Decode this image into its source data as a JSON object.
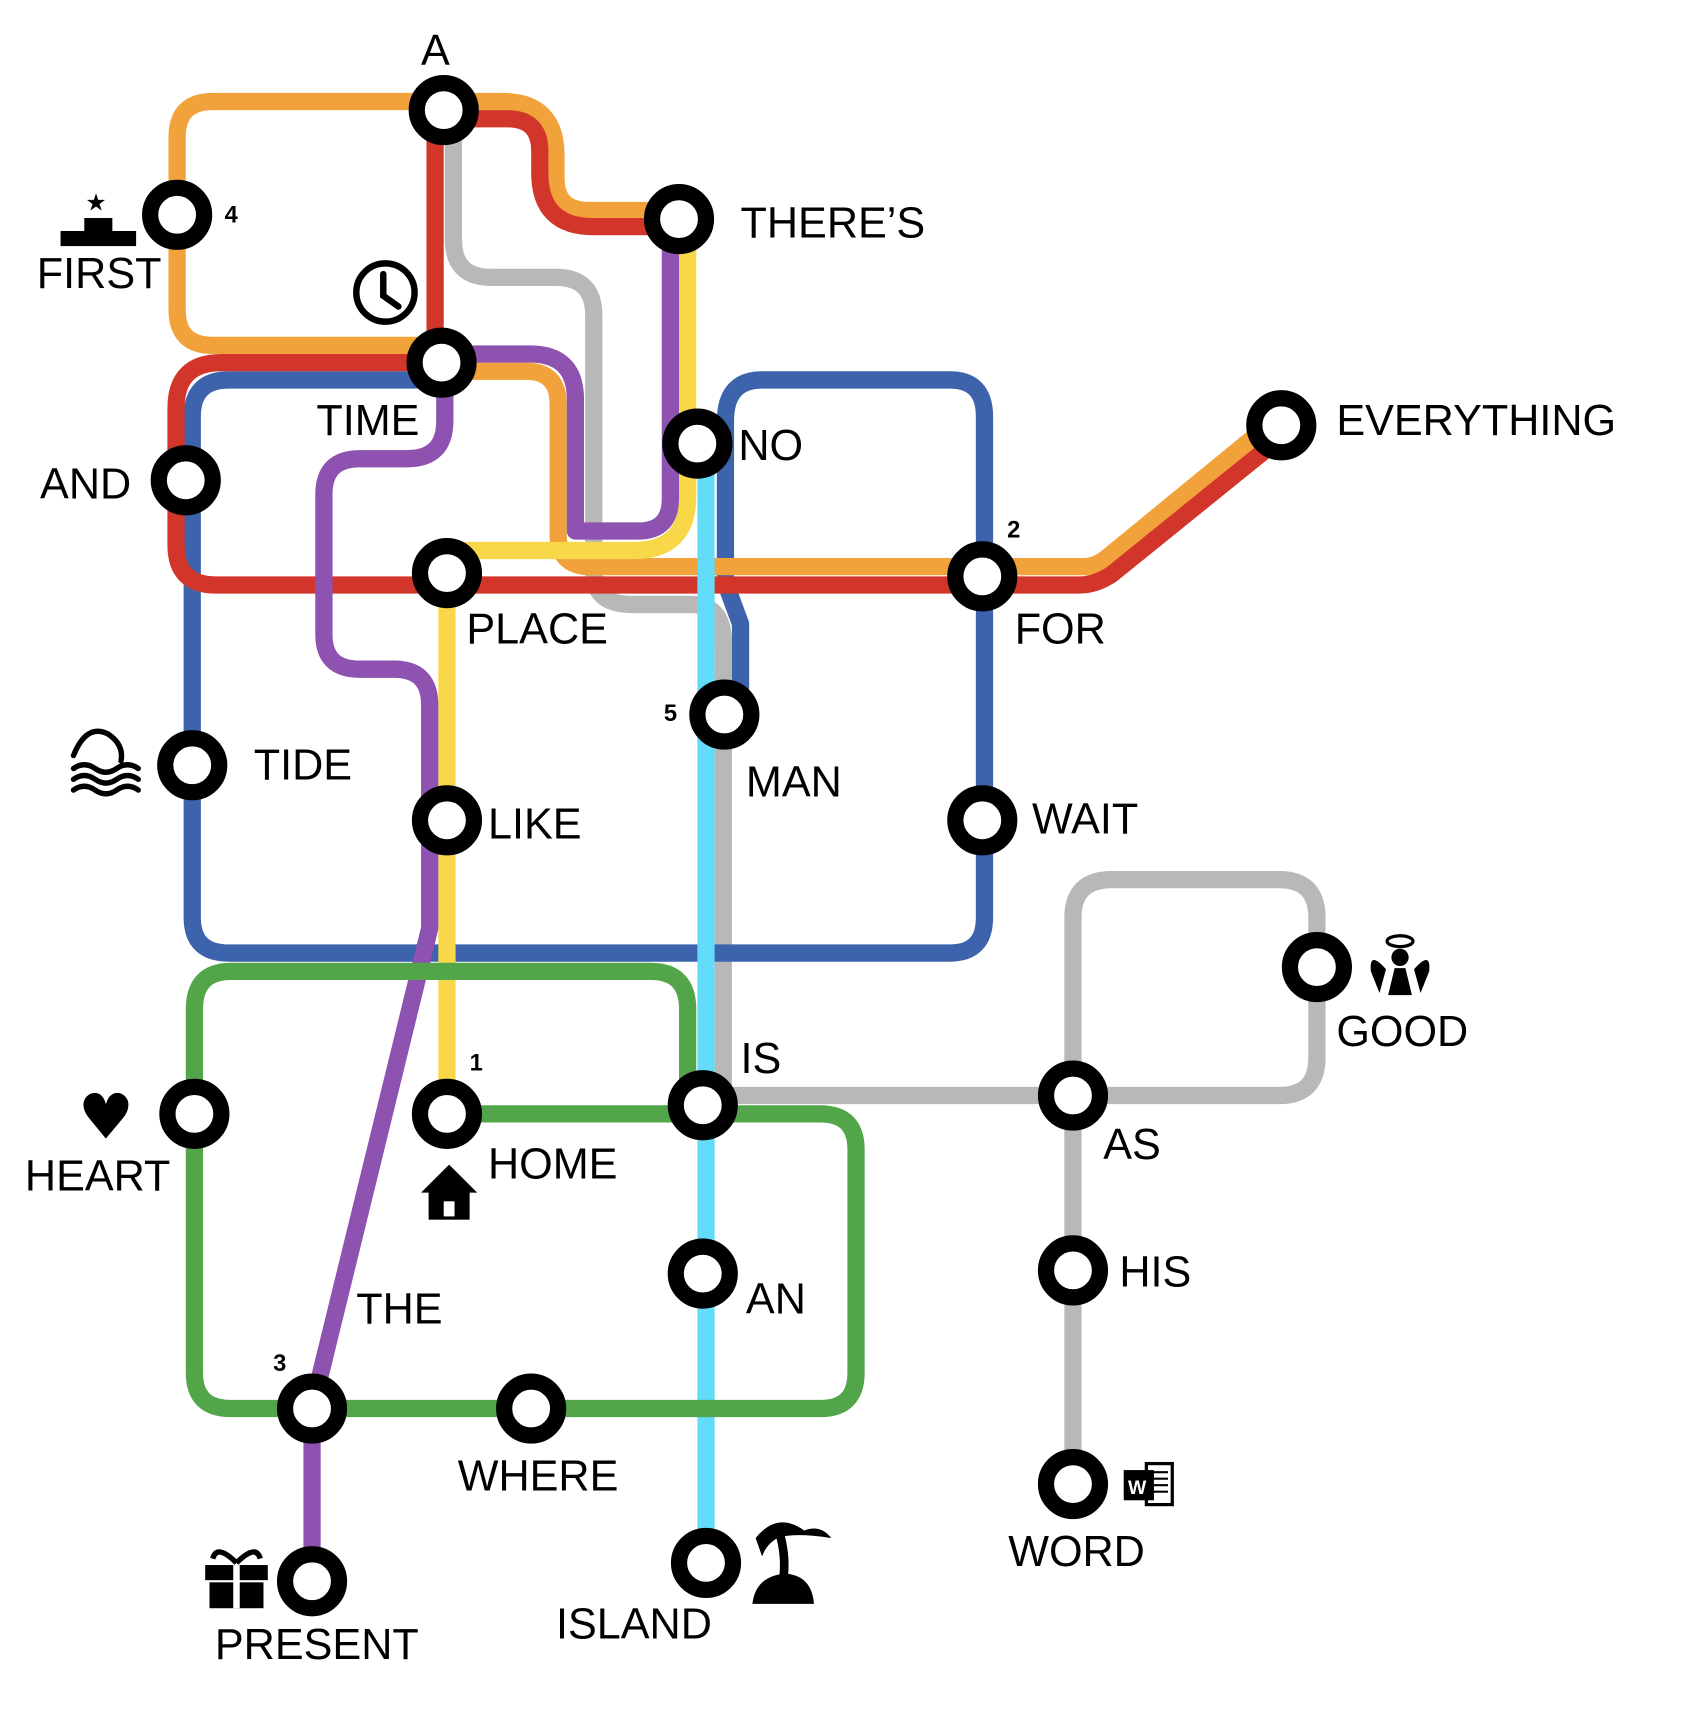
{
  "lines": {
    "orange": "#f2a23a",
    "red": "#d2362b",
    "gray": "#b8b8b8",
    "yellow": "#f8d748",
    "purple": "#8e52b0",
    "blue": "#3d63ad",
    "cyan": "#62dcf8",
    "green": "#52a549"
  },
  "stations": {
    "a": "A",
    "theres": "THERE’S",
    "first": "FIRST",
    "time": "TIME",
    "and": "AND",
    "no": "NO",
    "everything": "EVERYTHING",
    "place": "PLACE",
    "for": "FOR",
    "man": "MAN",
    "tide": "TIDE",
    "like": "LIKE",
    "wait": "WAIT",
    "good": "GOOD",
    "is": "IS",
    "heart": "HEART",
    "home": "HOME",
    "as": "AS",
    "an": "AN",
    "his": "HIS",
    "the": "THE",
    "where": "WHERE",
    "present": "PRESENT",
    "island": "ISLAND",
    "word": "WORD"
  },
  "numbers": {
    "n1": "1",
    "n2": "2",
    "n3": "3",
    "n4": "4",
    "n5": "5"
  },
  "icons": [
    "podium-icon",
    "clock-icon",
    "wave-icon",
    "heart-icon",
    "home-icon",
    "gift-icon",
    "island-icon",
    "angel-icon",
    "word-doc-icon"
  ]
}
